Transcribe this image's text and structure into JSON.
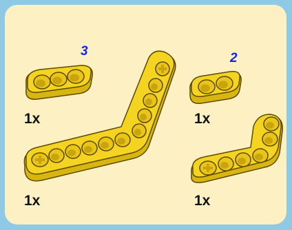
{
  "parts": [
    {
      "name": "beam-3",
      "step_number": "3",
      "quantity": "1x"
    },
    {
      "name": "bent-beam",
      "quantity": "1x"
    },
    {
      "name": "beam-2",
      "step_number": "2",
      "quantity": "1x"
    },
    {
      "name": "l-beam",
      "quantity": "1x"
    }
  ],
  "colors": {
    "background": "#8ecae6",
    "panel": "#fdf1c3",
    "part_yellow": "#f5d421",
    "part_outline": "#5a4a00",
    "step_number": "#1424e0",
    "quantity_text": "#111111"
  },
  "icons": [
    "lego-technic-beam-3",
    "lego-technic-bent-beam",
    "lego-technic-beam-2",
    "lego-technic-l-beam"
  ]
}
